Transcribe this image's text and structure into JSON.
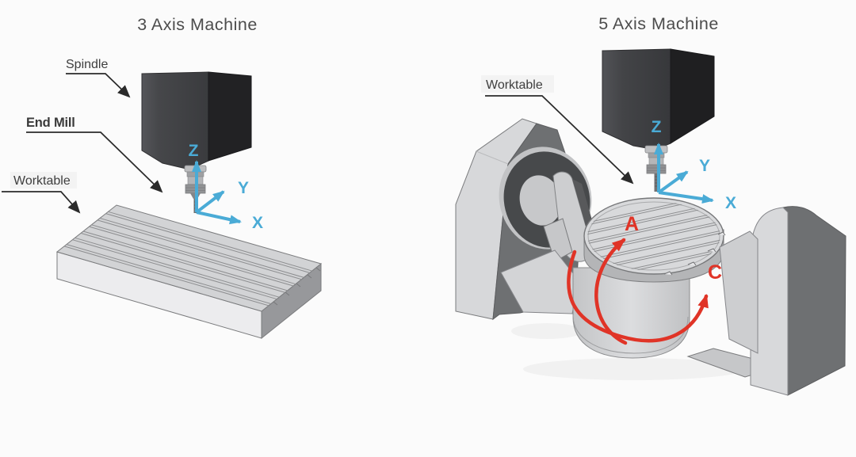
{
  "left_machine": {
    "title": "3 Axis Machine",
    "callouts": {
      "spindle": "Spindle",
      "end_mill": "End Mill",
      "worktable": "Worktable"
    },
    "axes": {
      "x": "X",
      "y": "Y",
      "z": "Z"
    }
  },
  "right_machine": {
    "title": "5 Axis Machine",
    "callouts": {
      "worktable": "Worktable"
    },
    "axes": {
      "x": "X",
      "y": "Y",
      "z": "Z"
    },
    "rotary_axes": {
      "a": "A",
      "c": "C"
    }
  },
  "colors": {
    "axis_cyan": "#4aabd6",
    "rotary_red": "#e03427",
    "callout_ink": "#3e3e3e",
    "title_ink": "#4c4c4c",
    "background": "#fbfbfb",
    "machine_light_gray": "#d8d9db",
    "machine_dark_gray": "#6e7072",
    "spindle_dark": "#454649"
  }
}
